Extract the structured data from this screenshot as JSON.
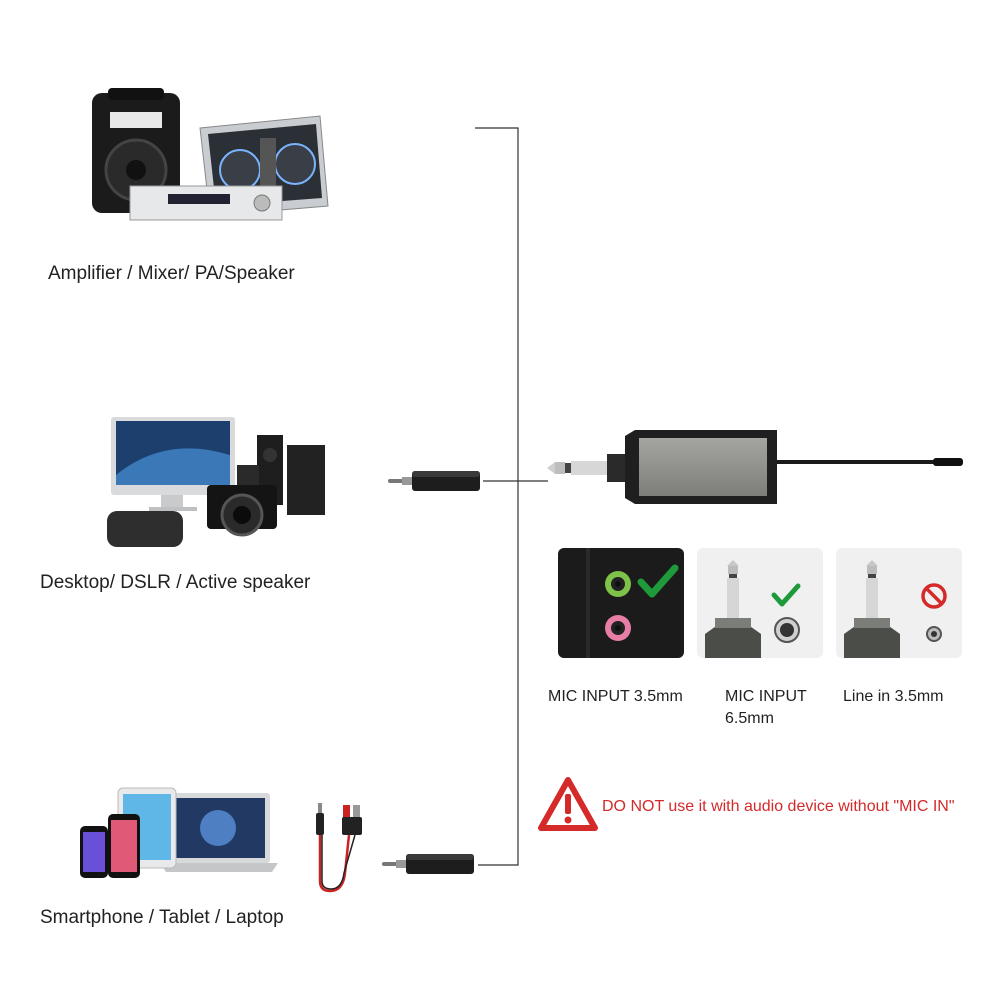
{
  "devices": {
    "top": {
      "label": "Amplifier / Mixer/ PA/Speaker"
    },
    "middle": {
      "label": "Desktop/ DSLR / Active speaker"
    },
    "bottom": {
      "label": "Smartphone / Tablet / Laptop"
    }
  },
  "inputs": [
    {
      "label": "MIC INPUT 3.5mm",
      "status": "ok"
    },
    {
      "label_line1": "MIC INPUT",
      "label_line2": "6.5mm",
      "status": "ok"
    },
    {
      "label": "Line in 3.5mm",
      "status": "not-allowed"
    }
  ],
  "warning": {
    "text": "DO NOT use it with audio device without \"MIC IN\""
  },
  "colors": {
    "check": "#1f9a3a",
    "warning": "#d42a2a",
    "connector": "#333333"
  }
}
